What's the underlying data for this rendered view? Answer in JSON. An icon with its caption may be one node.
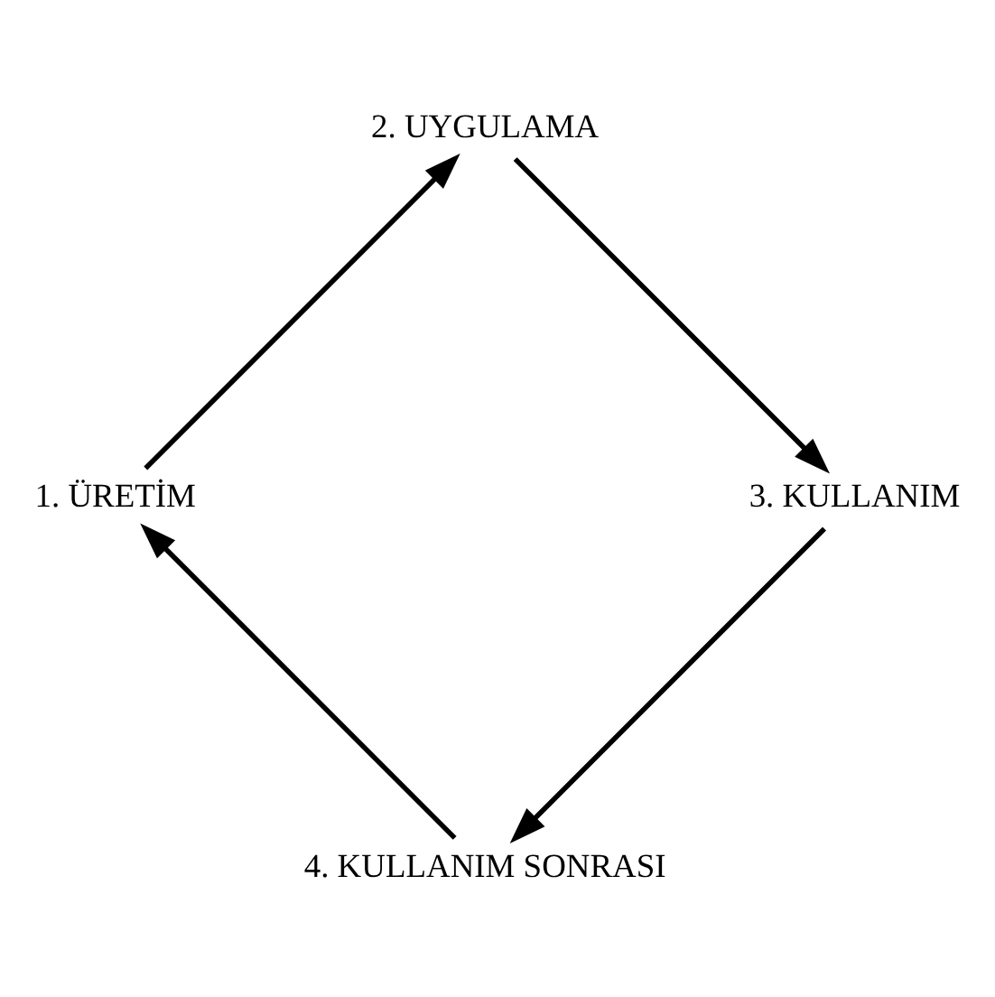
{
  "diagram": {
    "nodes": [
      {
        "text": [
          "4. KULLANIM SONRASI"
        ]
      },
      {
        "text": [
          "1. ÜRETİM"
        ]
      },
      {
        "text": [
          "2. UYGULAMA"
        ]
      },
      {
        "text": [
          "3. KULLANIM"
        ]
      }
    ],
    "edges": [
      {
        "from": 0,
        "to": 1,
        "arrow": "to"
      },
      {
        "from": 1,
        "to": 2,
        "arrow": "to"
      },
      {
        "from": 2,
        "to": 3,
        "arrow": "to"
      },
      {
        "from": 3,
        "to": 0,
        "arrow": "to"
      }
    ]
  }
}
